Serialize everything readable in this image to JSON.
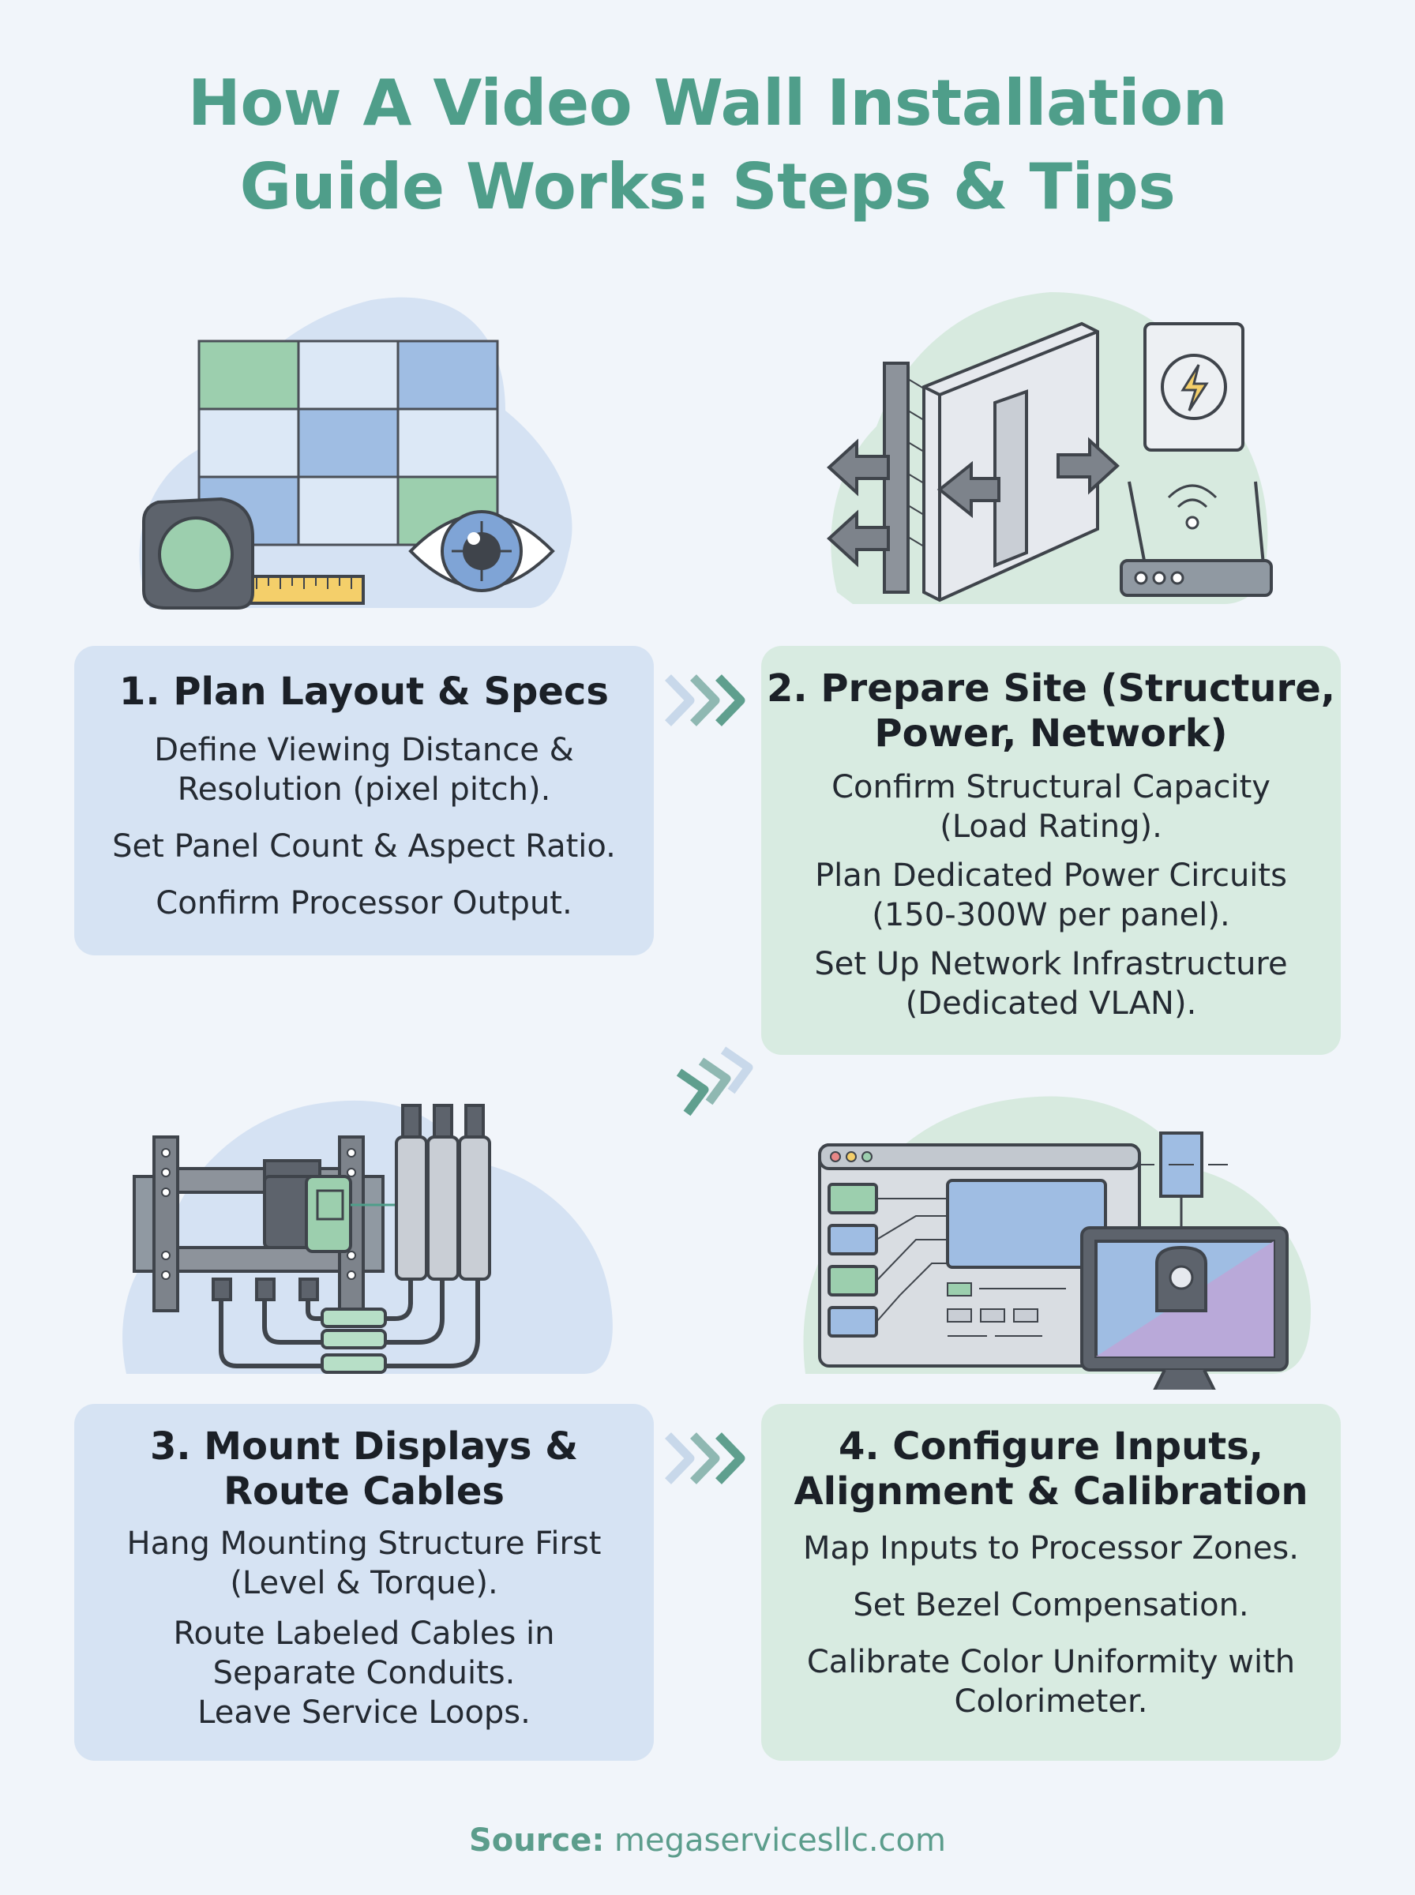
{
  "title": {
    "line1": "How A Video Wall Installation",
    "line2": "Guide Works: Steps & Tips"
  },
  "steps": [
    {
      "heading_lines": [
        "1. Plan Layout & Specs"
      ],
      "items": [
        [
          "Define Viewing Distance &",
          "Resolution (pixel pitch)."
        ],
        [
          "Set Panel Count & Aspect Ratio."
        ],
        [
          "Confirm Processor Output."
        ]
      ]
    },
    {
      "heading_lines": [
        "2. Prepare Site (Structure,",
        "Power, Network)"
      ],
      "items": [
        [
          "Confirm Structural Capacity",
          "(Load Rating)."
        ],
        [
          "Plan Dedicated Power Circuits",
          "(150-300W per panel)."
        ],
        [
          "Set Up Network Infrastructure",
          "(Dedicated VLAN)."
        ]
      ]
    },
    {
      "heading_lines": [
        "3. Mount Displays &",
        "Route Cables"
      ],
      "items": [
        [
          "Hang Mounting Structure First",
          "(Level & Torque)."
        ],
        [
          "Route Labeled Cables in",
          "Separate Conduits.",
          "Leave Service Loops."
        ]
      ]
    },
    {
      "heading_lines": [
        "4. Configure Inputs,",
        "Alignment & Calibration"
      ],
      "items": [
        [
          "Map Inputs to Processor Zones."
        ],
        [
          "Set Bezel Compensation."
        ],
        [
          "Calibrate Color Uniformity with",
          "Colorimeter."
        ]
      ]
    }
  ],
  "source": {
    "label": "Source:",
    "value": " megaservicesllc.com"
  },
  "colors": {
    "title": "#4f9e8a",
    "blue_card": "#d6e3f3",
    "green_card": "#d8ebe1",
    "accent_blue": "#9fbde3",
    "accent_green": "#9ccfae"
  },
  "icons": [
    "panel-grid-icon",
    "tape-measure-icon",
    "eye-icon",
    "wall-structure-icon",
    "power-outlet-icon",
    "router-icon",
    "mount-rack-icon",
    "cable-connectors-icon",
    "processor-software-icon",
    "monitor-calibration-icon",
    "chevron-right-icon",
    "chevron-left-icon"
  ]
}
